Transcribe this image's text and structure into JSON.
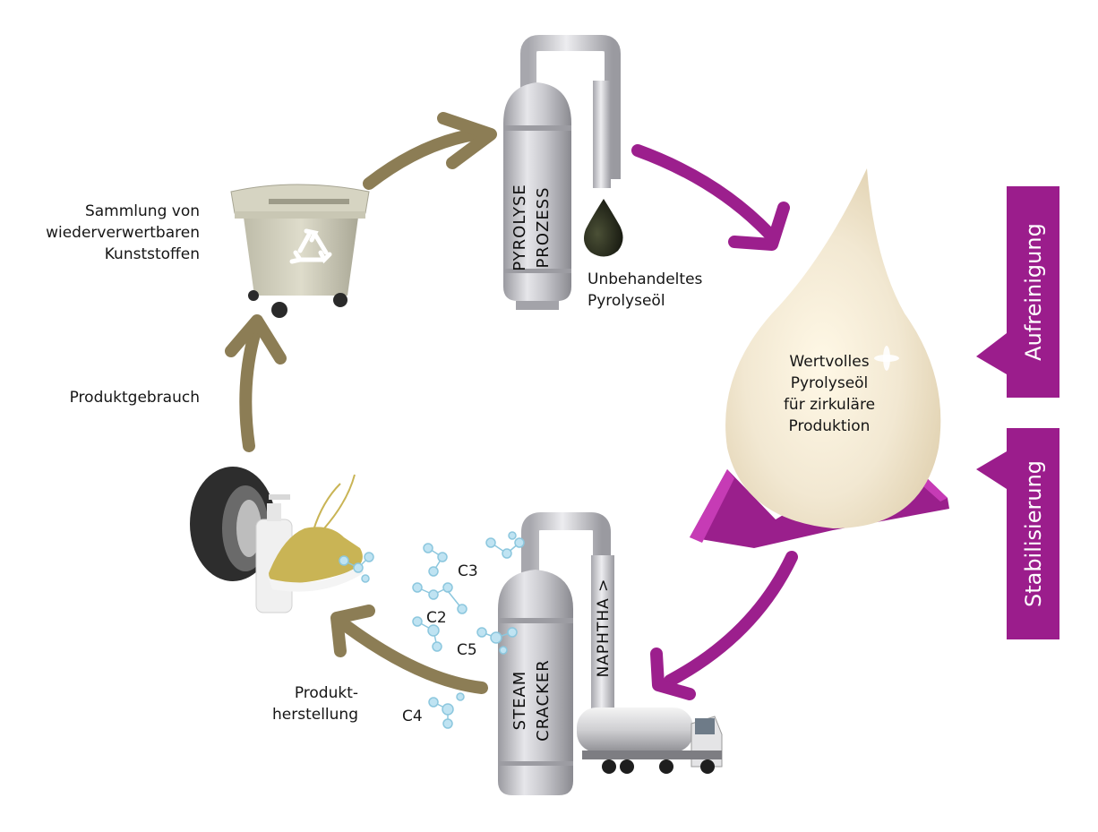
{
  "colors": {
    "gold_arrow": "#8c7d55",
    "purple_arrow": "#9c1f8d",
    "purple_tab": "#9b1d8c",
    "cylinder": "#c4c4c8",
    "oil_drop": "#2a2e20",
    "pearl_drop": "#f3ebd9"
  },
  "icons": [
    "recycling-bin-icon",
    "recycle-symbol-icon",
    "pyrolysis-reactor-icon",
    "crude-oil-drop-icon",
    "pyrolysis-oil-drop-icon",
    "steam-cracker-icon",
    "tanker-truck-icon",
    "tire-icon",
    "bottle-icon",
    "sneaker-icon",
    "molecule-icon"
  ],
  "labels": {
    "collection": "Sammlung von\nwiederverwertbaren\nKunststoffen",
    "product_use": "Produktgebrauch",
    "manufacturing": "Produkt-\nherstellung",
    "crude_oil": "Unbehandeltes\nPyrolyseöl",
    "valuable_oil": "Wertvolles\nPyrolyseöl\nfür zirkuläre\nProduktion"
  },
  "reactor": {
    "text": "PYROLYSE\nPROZESS"
  },
  "cracker": {
    "text": "STEAM\nCRACKER",
    "pipe_text": "NAPHTHA >"
  },
  "molecules": [
    "C3",
    "C2",
    "C5",
    "C4"
  ],
  "tabs": {
    "purification": "Aufreinigung",
    "stabilization": "Stabilisierung"
  }
}
